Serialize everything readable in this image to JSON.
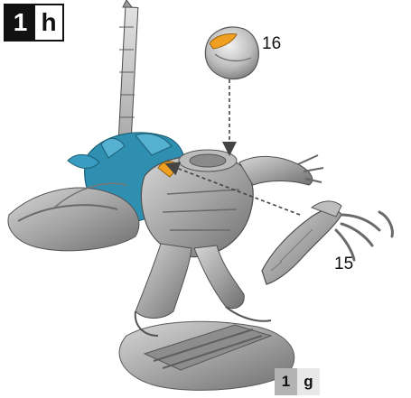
{
  "step": {
    "number": "1",
    "sub": "h"
  },
  "next_step": {
    "number": "1",
    "sub": "g"
  },
  "callouts": {
    "part_16": "16",
    "part_15": "15"
  },
  "colors": {
    "model_gray": "#9e9e9e",
    "cape_blue": "#2f8fb0",
    "highlight_orange": "#f0a020",
    "arrow_gray": "#444444"
  }
}
